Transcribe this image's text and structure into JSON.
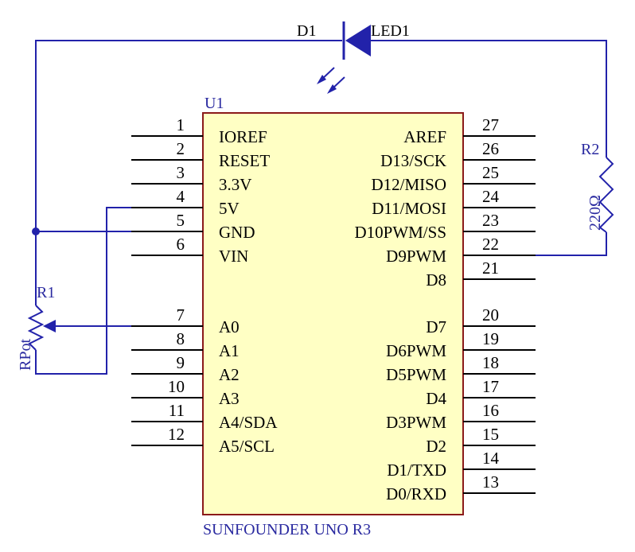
{
  "chip": {
    "designator": "U1",
    "name": "SUNFOUNDER UNO R3",
    "left_pins": [
      {
        "num": "1",
        "name": "IOREF"
      },
      {
        "num": "2",
        "name": "RESET"
      },
      {
        "num": "3",
        "name": "3.3V"
      },
      {
        "num": "4",
        "name": "5V"
      },
      {
        "num": "5",
        "name": "GND"
      },
      {
        "num": "6",
        "name": "VIN"
      },
      {
        "num": "7",
        "name": "A0"
      },
      {
        "num": "8",
        "name": "A1"
      },
      {
        "num": "9",
        "name": "A2"
      },
      {
        "num": "10",
        "name": "A3"
      },
      {
        "num": "11",
        "name": "A4/SDA"
      },
      {
        "num": "12",
        "name": "A5/SCL"
      }
    ],
    "right_pins": [
      {
        "num": "27",
        "name": "AREF"
      },
      {
        "num": "26",
        "name": "D13/SCK"
      },
      {
        "num": "25",
        "name": "D12/MISO"
      },
      {
        "num": "24",
        "name": "D11/MOSI"
      },
      {
        "num": "23",
        "name": "D10PWM/SS"
      },
      {
        "num": "22",
        "name": "D9PWM"
      },
      {
        "num": "21",
        "name": "D8"
      },
      {
        "num": "20",
        "name": "D7"
      },
      {
        "num": "19",
        "name": "D6PWM"
      },
      {
        "num": "18",
        "name": "D5PWM"
      },
      {
        "num": "17",
        "name": "D4"
      },
      {
        "num": "16",
        "name": "D3PWM"
      },
      {
        "num": "15",
        "name": "D2"
      },
      {
        "num": "14",
        "name": "D1/TXD"
      },
      {
        "num": "13",
        "name": "D0/RXD"
      }
    ]
  },
  "led": {
    "designator": "D1",
    "name": "LED1"
  },
  "resistor": {
    "designator": "R2",
    "value": "220Ω"
  },
  "potentiometer": {
    "designator": "R1",
    "name": "RPot"
  },
  "colors": {
    "wire": "#2222aa",
    "chip_fill": "#ffffc4",
    "chip_border": "#8b1a1a",
    "pin": "#000000"
  }
}
